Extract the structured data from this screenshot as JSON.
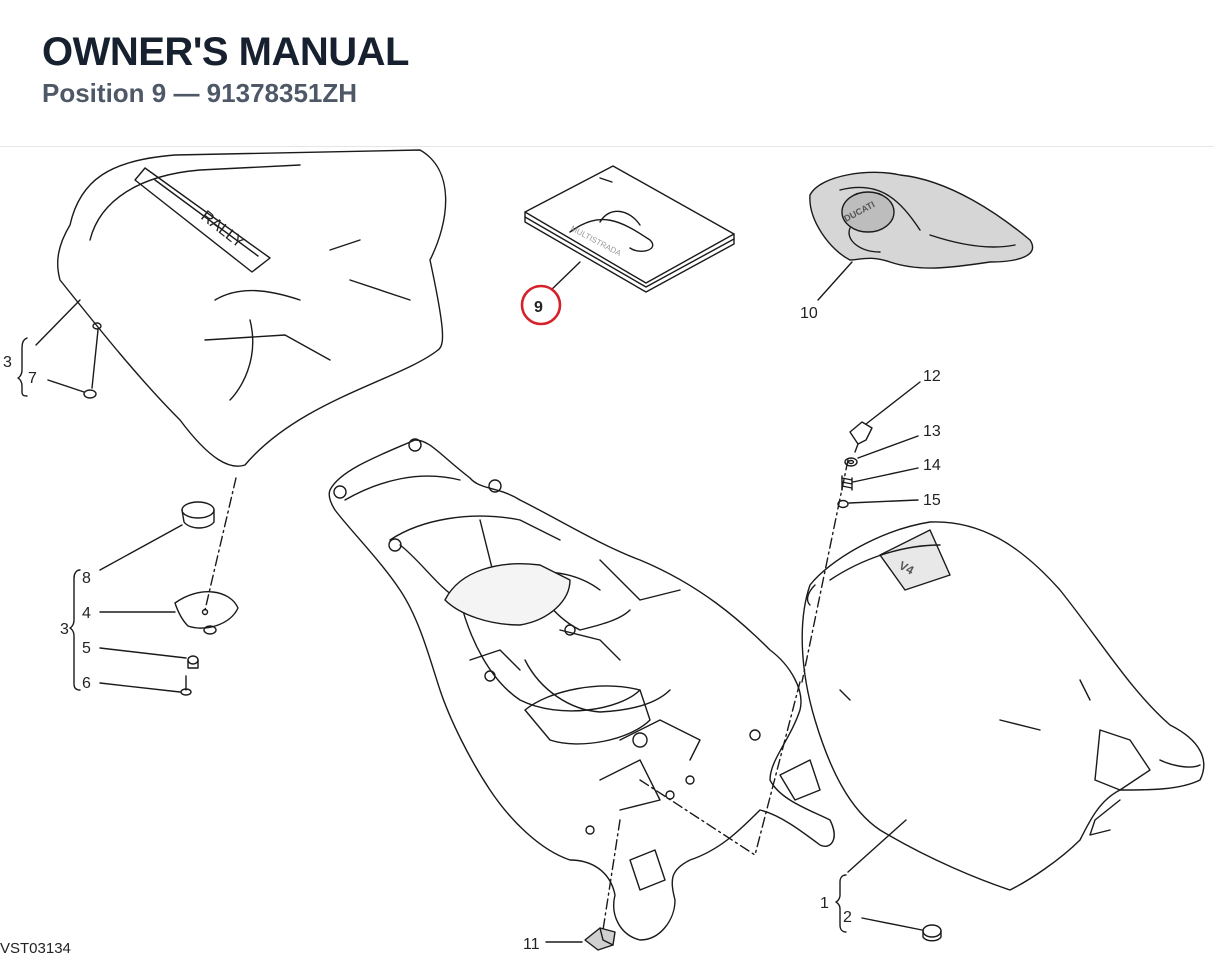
{
  "header": {
    "title": "OWNER'S MANUAL",
    "subtitle": "Position 9 — 91378351ZH"
  },
  "diagram": {
    "drawing_code": "VST03134",
    "highlighted_callout": "9",
    "highlight_color": "#d6202a",
    "callouts": [
      "1",
      "2",
      "3",
      "4",
      "5",
      "6",
      "7",
      "8",
      "9",
      "10",
      "11",
      "12",
      "13",
      "14",
      "15"
    ],
    "group_labels": {
      "left_top": "3",
      "left_mid": "3",
      "right_bottom": "1"
    },
    "seat_logo_text": "RALLY",
    "seat_rear_text": "V4",
    "manual_cover_text": "MULTISTRADA",
    "cover_logo_text": "DUCATI"
  }
}
